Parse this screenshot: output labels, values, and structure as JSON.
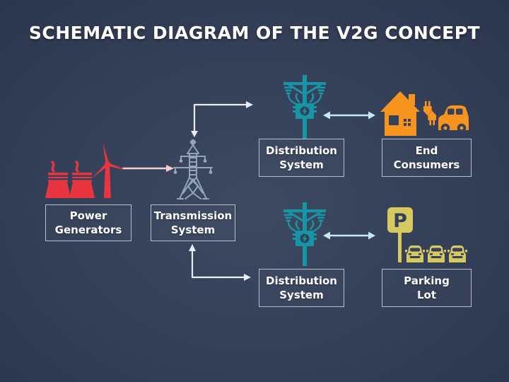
{
  "title": "SCHEMATIC DIAGRAM OF THE V2G CONCEPT",
  "nodes": {
    "power_generators": {
      "label": "Power\nGenerators"
    },
    "transmission_system": {
      "label": "Transmission\nSystem"
    },
    "distribution_top": {
      "label": "Distribution\nSystem"
    },
    "end_consumers": {
      "label": "End\nConsumers"
    },
    "distribution_bottom": {
      "label": "Distribution\nSystem"
    },
    "parking_lot": {
      "label": "Parking\nLot"
    }
  },
  "parking_sign_letter": "P",
  "icons": [
    "power-plant-wind-turbine-icon",
    "transmission-tower-icon",
    "distribution-pole-icon",
    "house-plug-car-icon",
    "parking-sign-cars-icon"
  ],
  "connections": [
    {
      "from": "Power Generators",
      "to": "Transmission System",
      "style": "one-way",
      "color": "pink"
    },
    {
      "from": "Transmission System",
      "to": "Distribution System (top)",
      "style": "two-way",
      "color": "white"
    },
    {
      "from": "Transmission System",
      "to": "Distribution System (bottom)",
      "style": "two-way",
      "color": "white"
    },
    {
      "from": "Distribution System (top)",
      "to": "End Consumers",
      "style": "two-way",
      "color": "blue"
    },
    {
      "from": "Distribution System (bottom)",
      "to": "Parking Lot",
      "style": "two-way",
      "color": "blue"
    }
  ],
  "colors": {
    "bg-center": "#3d4961",
    "bg-mid": "#343f58",
    "bg-edge": "#2b364d",
    "red": "#e8353f",
    "pink": "#f4cbd2",
    "steel": "#93a5bb",
    "teal": "#1795a4",
    "orange": "#f6941d",
    "yellow": "#d5c95f",
    "arrow-white": "#e9edf4",
    "arrow-blue": "#c4e9f7",
    "box-border": "#b7bfca",
    "text": "#ffffff",
    "cutout": "#35415a"
  }
}
